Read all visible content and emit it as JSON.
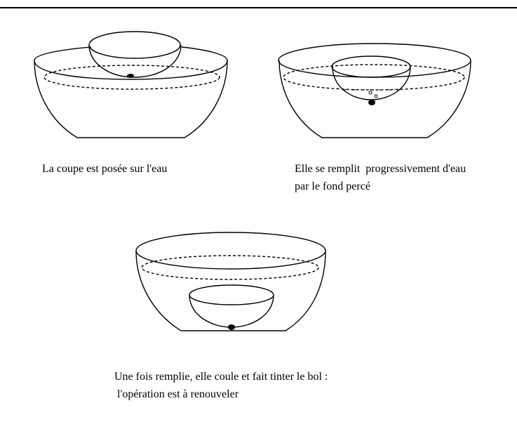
{
  "captions": {
    "step1": "La coupe est posée sur l'eau",
    "step2": {
      "line1": "Elle se remplit  progressivement d'eau",
      "line2": "par le fond percé"
    },
    "step3": {
      "line1": "Une fois remplie, elle coule et fait tinter le bol :",
      "line2": "l'opération est à renouveler"
    }
  },
  "colors": {
    "stroke": "#000000",
    "background": "#ffffff"
  }
}
